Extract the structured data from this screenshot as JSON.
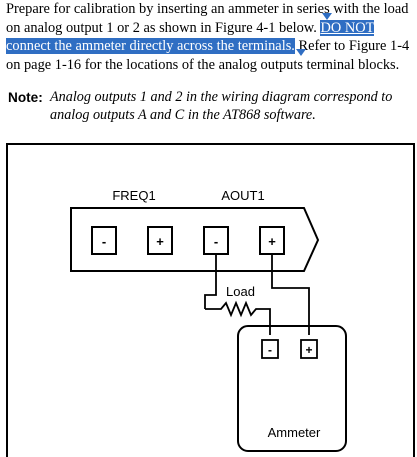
{
  "paragraph": {
    "line1": "Prepare for calibration by inserting an ammeter in series with the load",
    "line2_normal": "on analog output 1 or 2 as shown in Figure 4-1 below. ",
    "line2_highlight": "DO NOT",
    "line3_highlight": "connect the ammeter directly across the terminals.",
    "line3_normal": " Refer to Figure 1-4",
    "line4": "on page 1-16 for the locations of the analog outputs terminal blocks."
  },
  "note": {
    "label": "Note:",
    "line1": "Analog outputs 1 and 2 in the wiring diagram correspond to",
    "line2": "analog outputs A and C in the AT868 software."
  },
  "diagram": {
    "freq_label": "FREQ1",
    "aout_label": "AOUT1",
    "terminals": [
      "-",
      "+",
      "-",
      "+"
    ],
    "load_label": "Load",
    "ammeter_label": "Ammeter",
    "ammeter_terminals": [
      "-",
      "+"
    ],
    "highlight_color": "#2f6ec3"
  }
}
